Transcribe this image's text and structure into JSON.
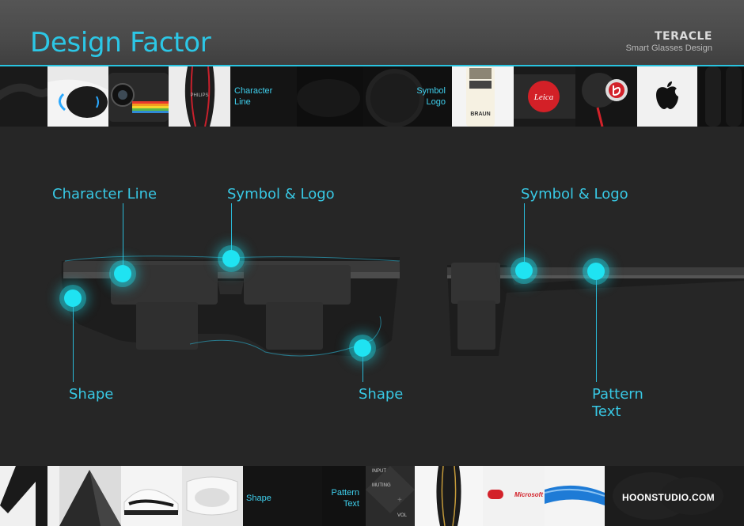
{
  "header": {
    "title": "Design Factor",
    "brand": "TERACLE",
    "brand_subtitle": "Smart Glasses Design"
  },
  "top_strip": {
    "labels": [
      {
        "text": "Character\nLine"
      },
      {
        "text": "Symbol\nLogo"
      }
    ],
    "logo_texts": {
      "philips": "PHILIPS",
      "braun": "BRAUN",
      "leica": "Leica"
    }
  },
  "callouts": {
    "character_line": "Character Line",
    "symbol_logo_front": "Symbol & Logo",
    "symbol_logo_side": "Symbol & Logo",
    "shape_left": "Shape",
    "shape_right": "Shape",
    "pattern_text": "Pattern\nText"
  },
  "bottom_strip": {
    "shape_label": "Shape",
    "pattern_text_label": "Pattern\nText",
    "panel_labels": [
      "INPUT",
      "MUTING",
      "+",
      "VOL"
    ],
    "microsoft": "Microsoft",
    "studio": "HOONSTUDIO.COM"
  },
  "colors": {
    "accent": "#2cc7e6",
    "glow": "#1fe3f2",
    "background": "#262626"
  }
}
